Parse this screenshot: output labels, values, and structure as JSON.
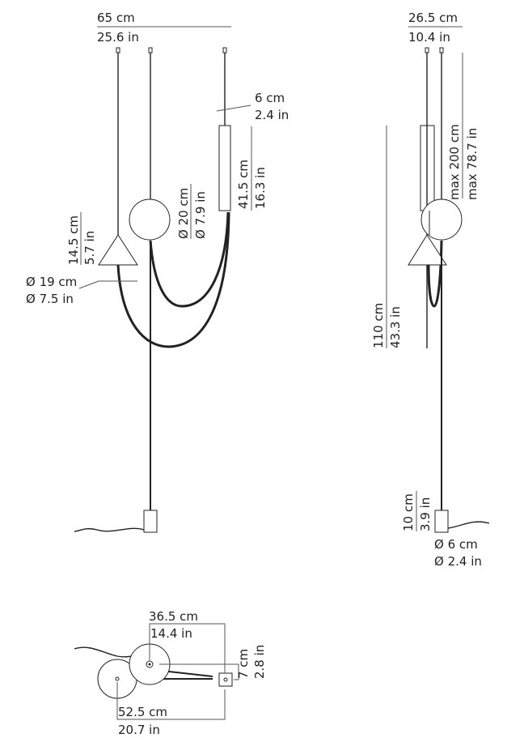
{
  "front_view": {
    "total_width_cm": "65 cm",
    "total_width_in": "25.6 in",
    "tube_drop_cm": "6 cm",
    "tube_drop_in": "2.4 in",
    "tube_length_cm": "41.5 cm",
    "tube_length_in": "16.3 in",
    "sphere_diameter_cm": "Ø 20 cm",
    "sphere_diameter_in": "Ø 7.9 in",
    "cone_height_cm": "14.5 cm",
    "cone_height_in": "5.7 in",
    "cone_diameter_cm": "Ø 19 cm",
    "cone_diameter_in": "Ø 7.5 in"
  },
  "side_view": {
    "total_width_cm": "26.5 cm",
    "total_width_in": "10.4 in",
    "max_height_cm": "max 200 cm",
    "max_height_in": "max 78.7 in",
    "height_cm": "110 cm",
    "height_in": "43.3 in",
    "base_height_cm": "10 cm",
    "base_height_in": "3.9 in",
    "base_diameter_cm": "Ø 6 cm",
    "base_diameter_in": "Ø 2.4 in"
  },
  "plan_view": {
    "depth_cm": "36.5 cm",
    "depth_in": "14.4 in",
    "offset_cm": "7 cm",
    "offset_in": "2.8 in",
    "width_cm": "52.5 cm",
    "width_in": "20.7 in"
  }
}
